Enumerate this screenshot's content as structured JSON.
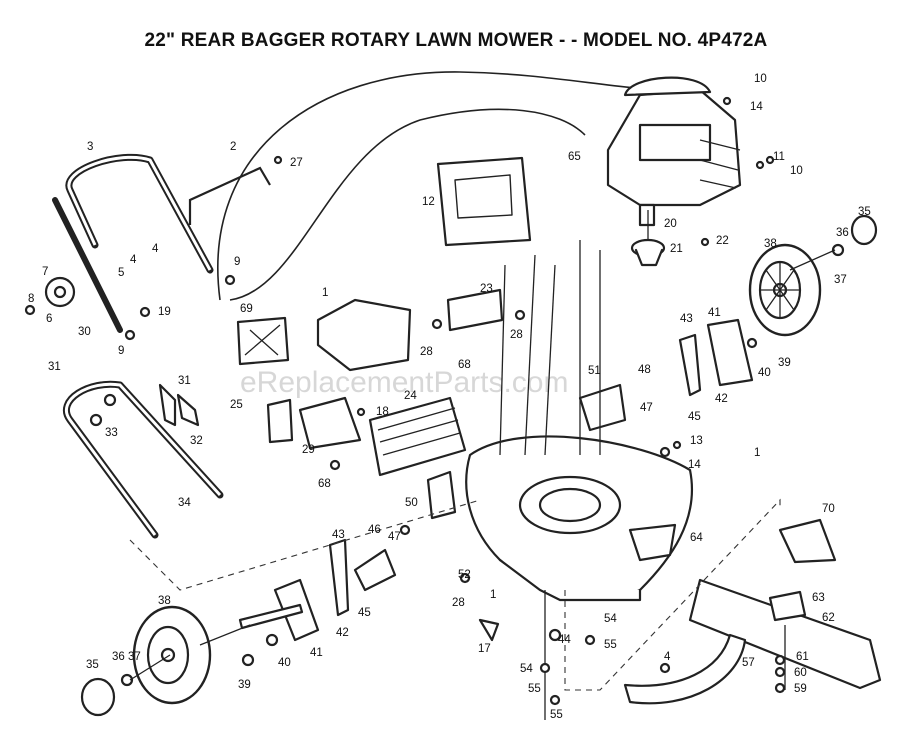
{
  "title": "22\" REAR BAGGER ROTARY LAWN MOWER - - MODEL NO. 4P472A",
  "watermark": "eReplacementParts.com",
  "part_labels": [
    "10",
    "14",
    "11",
    "10",
    "65",
    "20",
    "21",
    "22",
    "12",
    "35",
    "36",
    "38",
    "37",
    "3",
    "2",
    "27",
    "4",
    "4",
    "5",
    "9",
    "7",
    "8",
    "6",
    "30",
    "9",
    "19",
    "1",
    "23",
    "28",
    "28",
    "69",
    "68",
    "43",
    "41",
    "39",
    "40",
    "42",
    "45",
    "47",
    "48",
    "51",
    "31",
    "31",
    "33",
    "32",
    "25",
    "18",
    "24",
    "29",
    "68",
    "13",
    "14",
    "1",
    "50",
    "70",
    "34",
    "47",
    "46",
    "43",
    "45",
    "42",
    "64",
    "63",
    "62",
    "36",
    "38",
    "37",
    "35",
    "39",
    "40",
    "41",
    "52",
    "28",
    "1",
    "54",
    "55",
    "44",
    "17",
    "54",
    "55",
    "55",
    "4",
    "57",
    "61",
    "60",
    "59"
  ]
}
